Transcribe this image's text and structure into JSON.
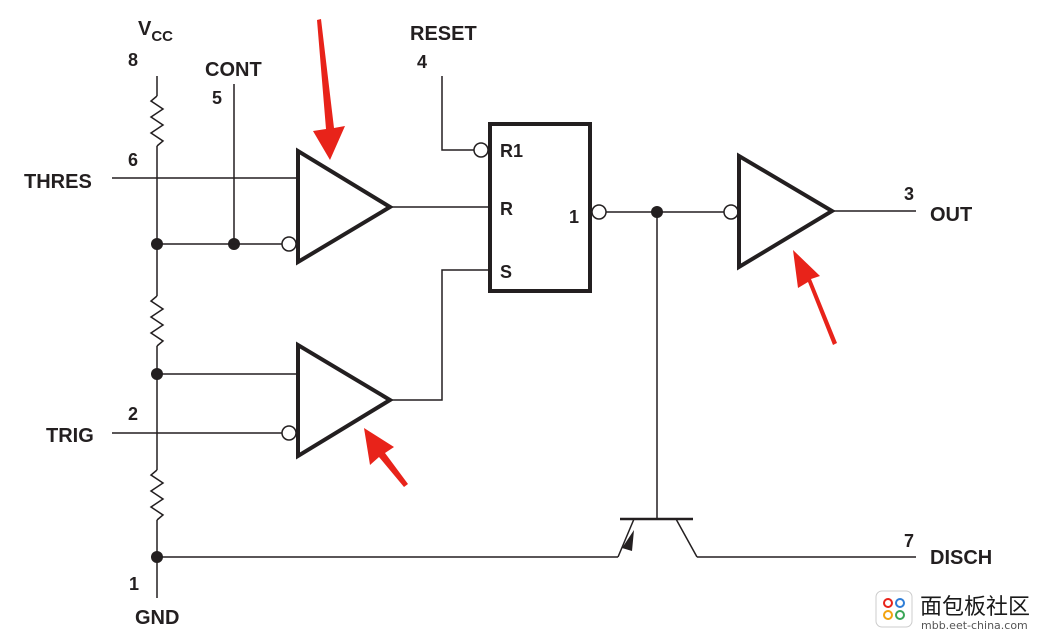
{
  "labels": {
    "vcc_main": "V",
    "vcc_sub": "CC",
    "cont": "CONT",
    "reset": "RESET",
    "thres": "THRES",
    "trig": "TRIG",
    "gnd": "GND",
    "out": "OUT",
    "disch": "DISCH"
  },
  "pins": {
    "vcc": "8",
    "cont": "5",
    "reset": "4",
    "thres": "6",
    "trig": "2",
    "gnd": "1",
    "out": "3",
    "disch": "7"
  },
  "flipflop": {
    "r1": "R1",
    "r": "R",
    "s": "S",
    "q": "1"
  },
  "watermark": {
    "title": "面包板社区",
    "url": "mbb.eet-china.com"
  },
  "colors": {
    "line": "#231f20",
    "highlight_arrow": "#e8231a"
  }
}
